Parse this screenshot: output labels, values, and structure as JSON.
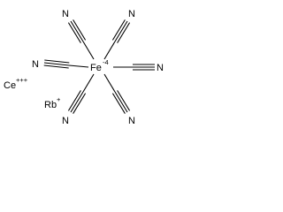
{
  "molecule": {
    "center_atom": "Fe",
    "center_charge": "-4",
    "ligand_atom": "N",
    "cation1_symbol": "Ce",
    "cation1_charge": "+++",
    "cation2_symbol": "Rb",
    "cation2_charge": "+"
  },
  "colors": {
    "ink": "#000000",
    "background": "#ffffff"
  }
}
